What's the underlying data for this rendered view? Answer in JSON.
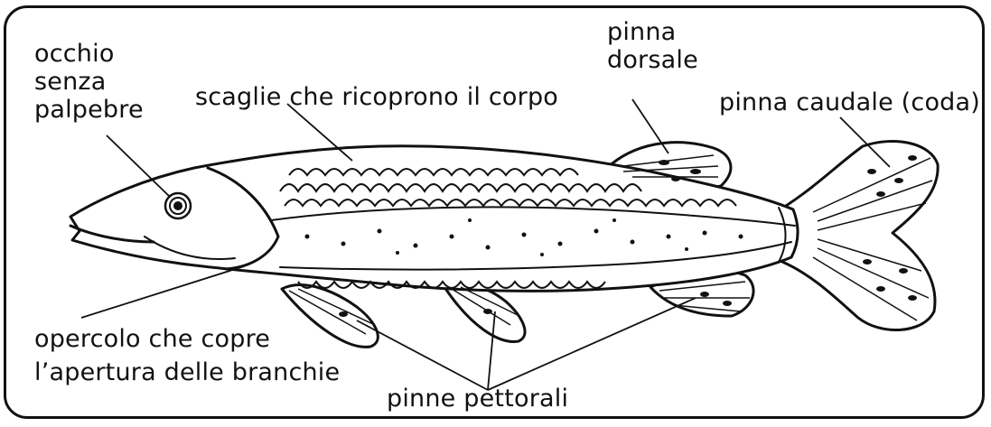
{
  "labels": {
    "eye": [
      "occhio",
      "senza",
      "palpebre"
    ],
    "scales": "scaglie che ricoprono il corpo",
    "dorsal_fin": [
      "pinna",
      "dorsale"
    ],
    "caudal_fin": "pinna caudale (coda)",
    "operculum": [
      "opercolo che copre",
      "l’apertura delle branchie"
    ],
    "pectoral_fins": "pinne pettorali"
  },
  "colors": {
    "ink": "#111111",
    "background": "#ffffff"
  }
}
